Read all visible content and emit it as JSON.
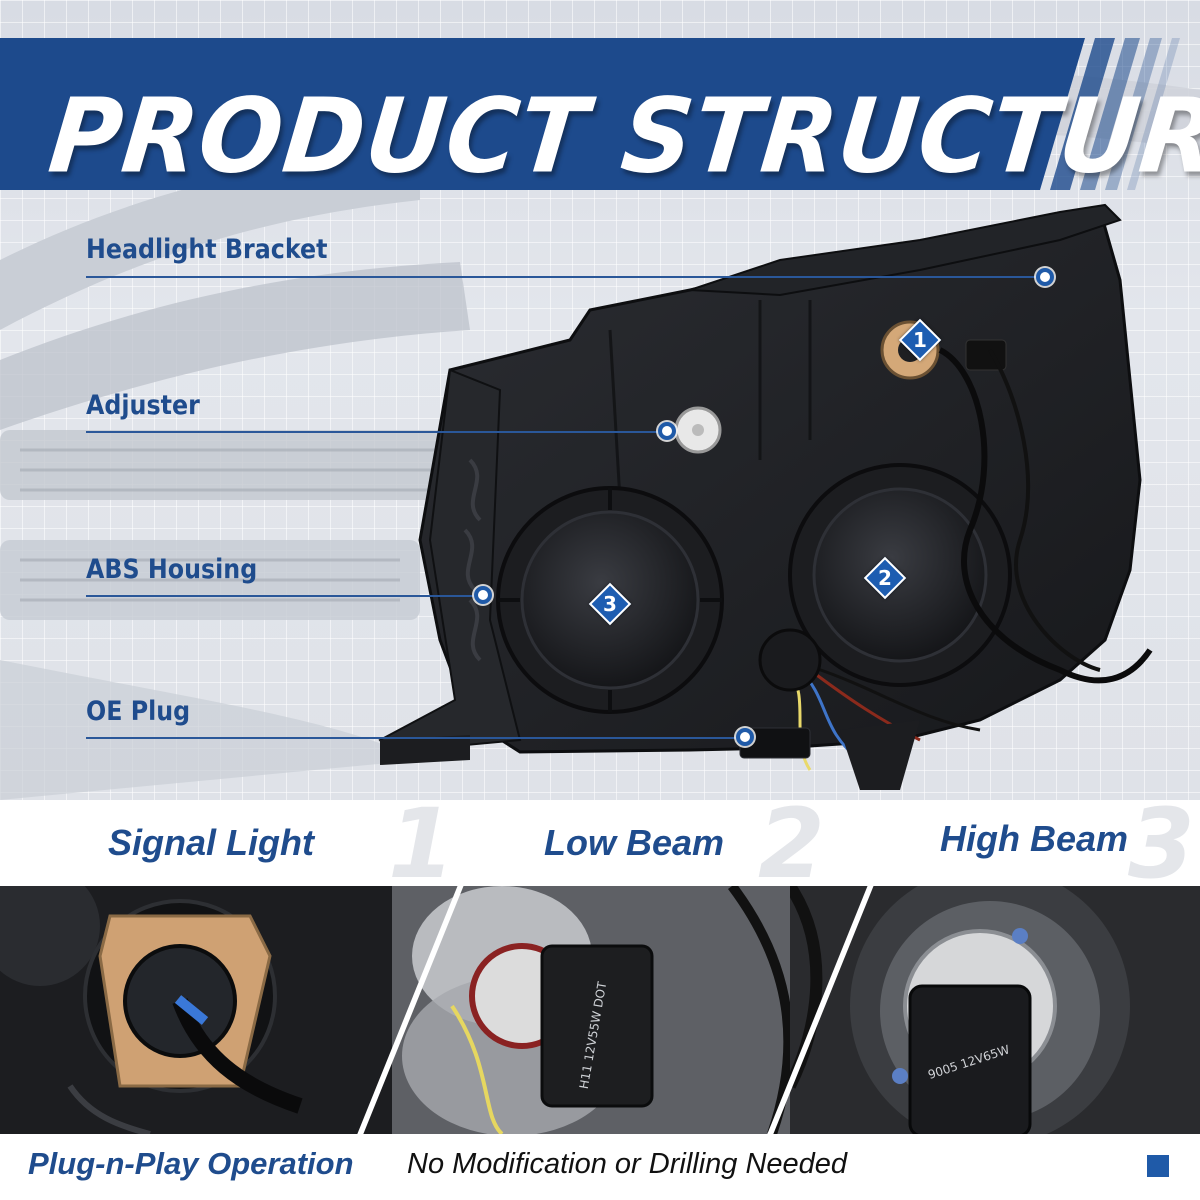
{
  "title": "PRODUCT STRUCTURE",
  "callouts": [
    {
      "label": "Headlight Bracket"
    },
    {
      "label": "Adjuster"
    },
    {
      "label": "ABS Housing"
    },
    {
      "label": "OE Plug"
    }
  ],
  "badges": [
    "1",
    "2",
    "3"
  ],
  "bulbs": [
    {
      "name": "Signal Light",
      "number": "1"
    },
    {
      "name": "Low Beam",
      "number": "2"
    },
    {
      "name": "High Beam",
      "number": "3"
    }
  ],
  "bulb_markings": {
    "low_beam": "H11 12V55W DOT",
    "high_beam": "9005 12V65W"
  },
  "footer": {
    "highlight": "Plug-n-Play Operation",
    "text": "No Modification or Drilling Needed"
  },
  "colors": {
    "brand_blue": "#1f4c8d",
    "banner_blue": "#1d4a8c",
    "accent_blue": "#1f5aa8",
    "housing_black": "#1a1b1e"
  }
}
